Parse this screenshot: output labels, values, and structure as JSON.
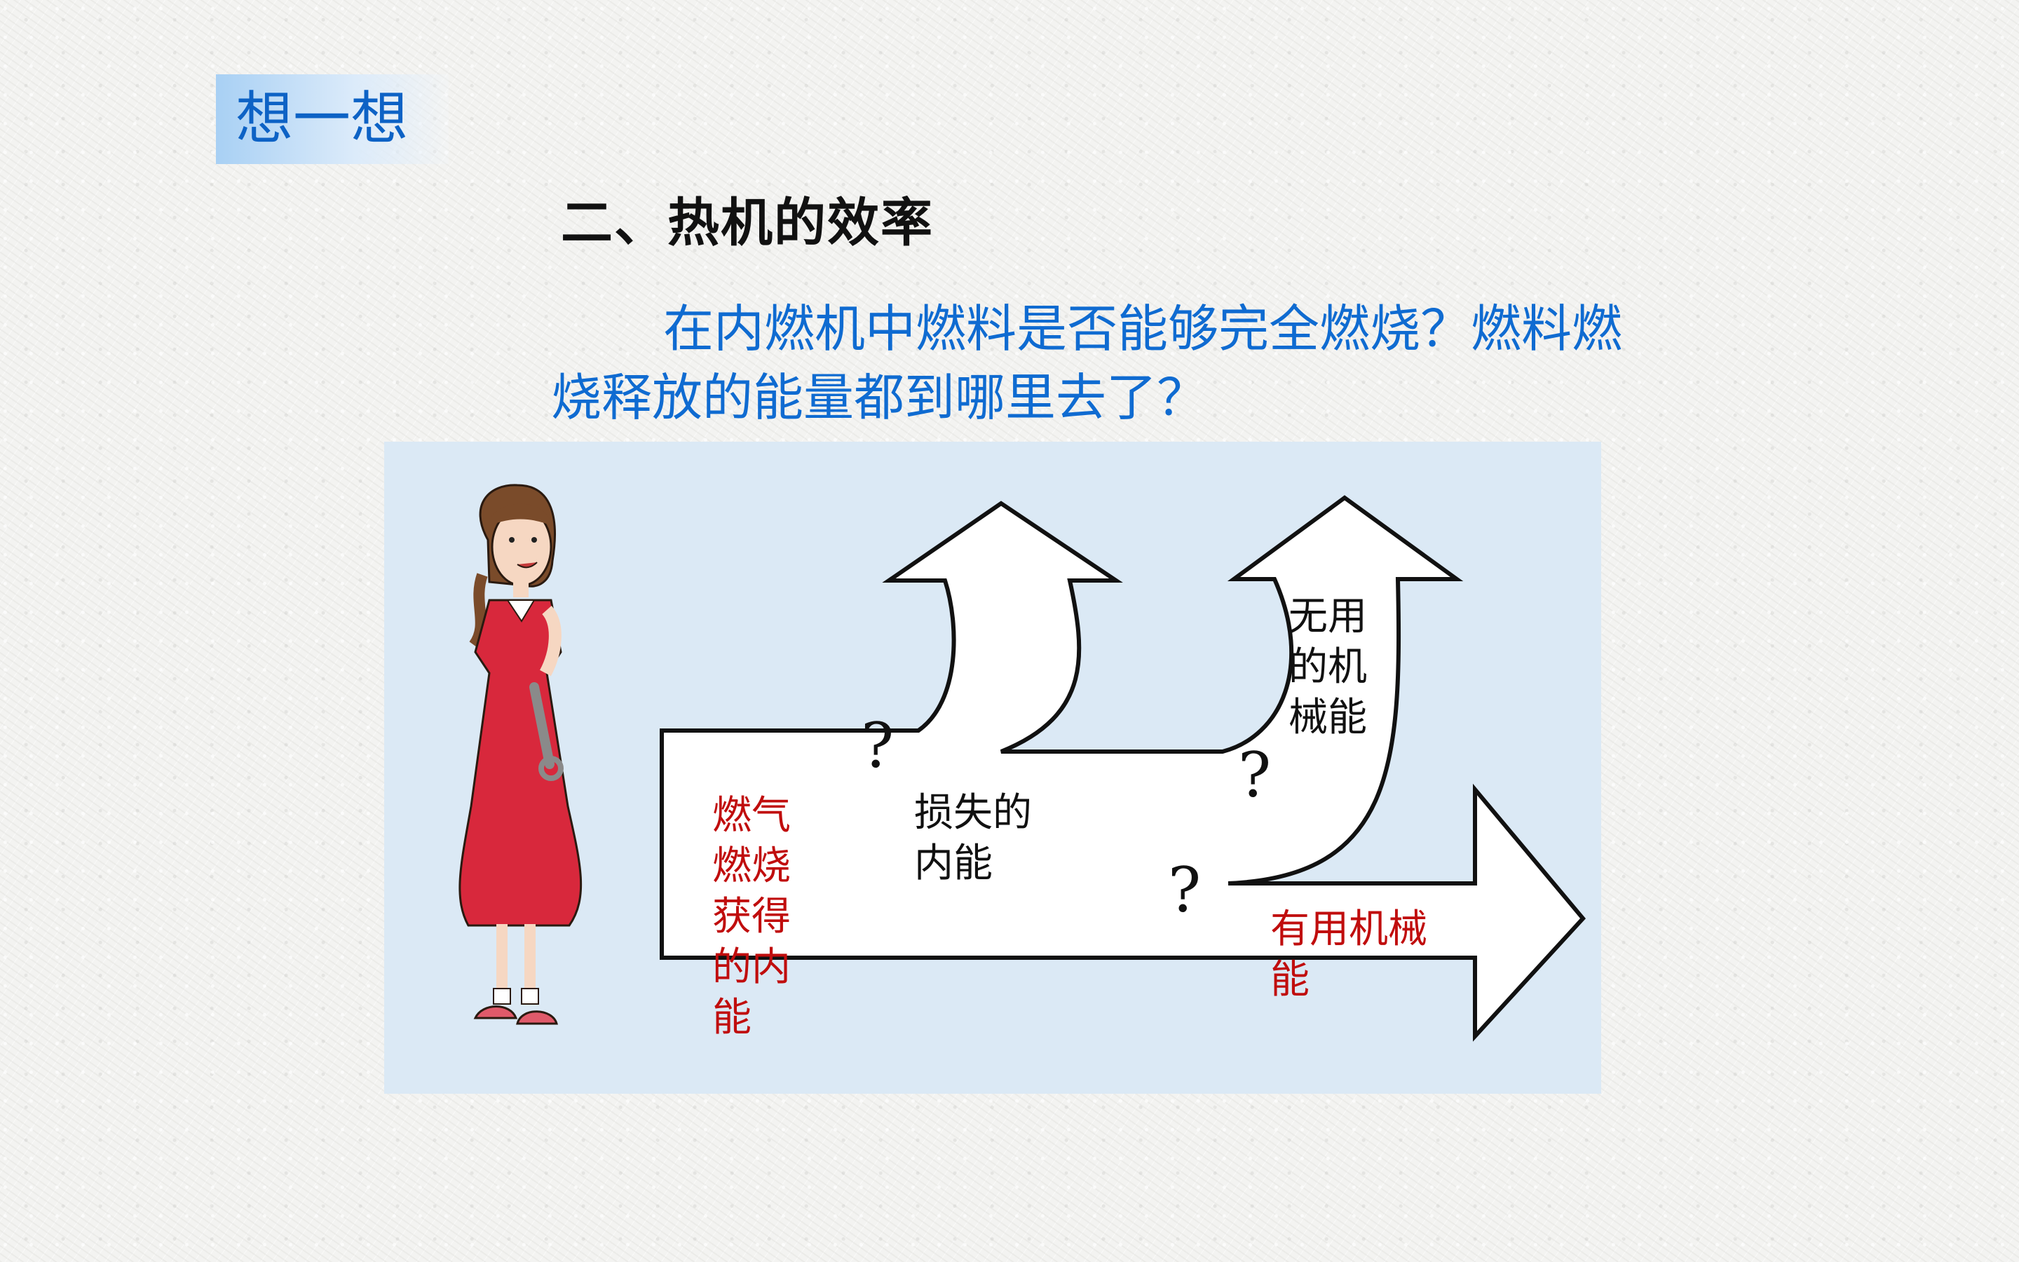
{
  "badge": {
    "text": "想一想"
  },
  "heading": "二、热机的效率",
  "question": "在内燃机中燃料是否能够完全燃烧？燃料燃烧释放的能量都到哪里去了？",
  "diagram": {
    "source_label": [
      "燃气",
      "燃烧",
      "获得",
      "的内",
      "能"
    ],
    "loss_label": [
      "损失的",
      "内能"
    ],
    "useless_label": [
      "无用",
      "的机",
      "械能"
    ],
    "useful_label": [
      "有用机械",
      "能"
    ],
    "question_mark": "?"
  },
  "colors": {
    "title_blue": "#0f6bd1",
    "label_red": "#c00d0d",
    "panel_bg": "#dbe9f5"
  }
}
